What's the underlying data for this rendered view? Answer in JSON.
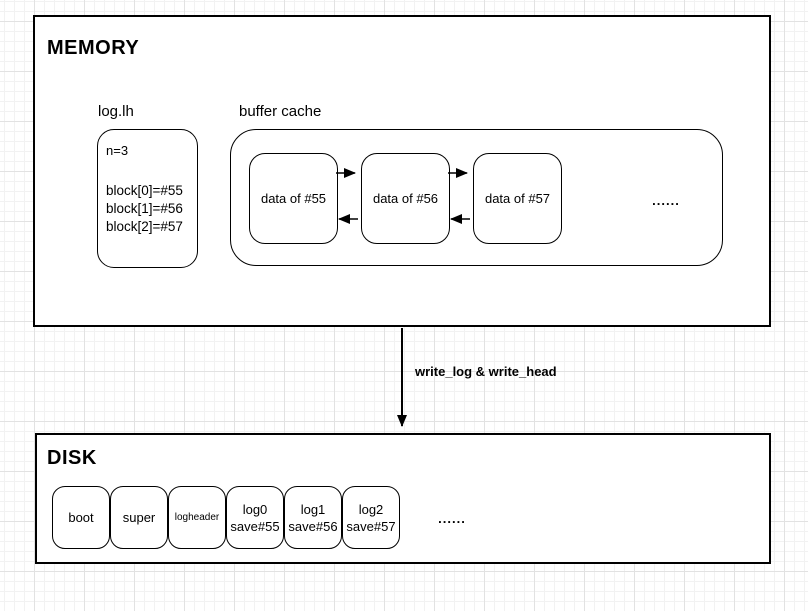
{
  "colors": {
    "stroke": "#000000",
    "grid_minor": "#f2f2f2",
    "grid_major": "#e2e2e2",
    "bg": "#ffffff"
  },
  "memory": {
    "title": "MEMORY",
    "log_lh": {
      "label": "log.lh",
      "n_line": "n=3",
      "blocks": [
        "block[0]=#55",
        "block[1]=#56",
        "block[2]=#57"
      ]
    },
    "buffer_cache": {
      "label": "buffer cache",
      "nodes": [
        "data of #55",
        "data of #56",
        "data of #57"
      ],
      "ellipsis": "......"
    }
  },
  "flow": {
    "arrow_label": "write_log & write_head"
  },
  "disk": {
    "title": "DISK",
    "cells": [
      {
        "lines": [
          "boot",
          ""
        ]
      },
      {
        "lines": [
          "super",
          ""
        ]
      },
      {
        "lines": [
          "logheader",
          ""
        ]
      },
      {
        "lines": [
          "log0",
          "save#55"
        ]
      },
      {
        "lines": [
          "log1",
          "save#56"
        ]
      },
      {
        "lines": [
          "log2",
          "save#57"
        ]
      }
    ],
    "ellipsis": "......"
  }
}
